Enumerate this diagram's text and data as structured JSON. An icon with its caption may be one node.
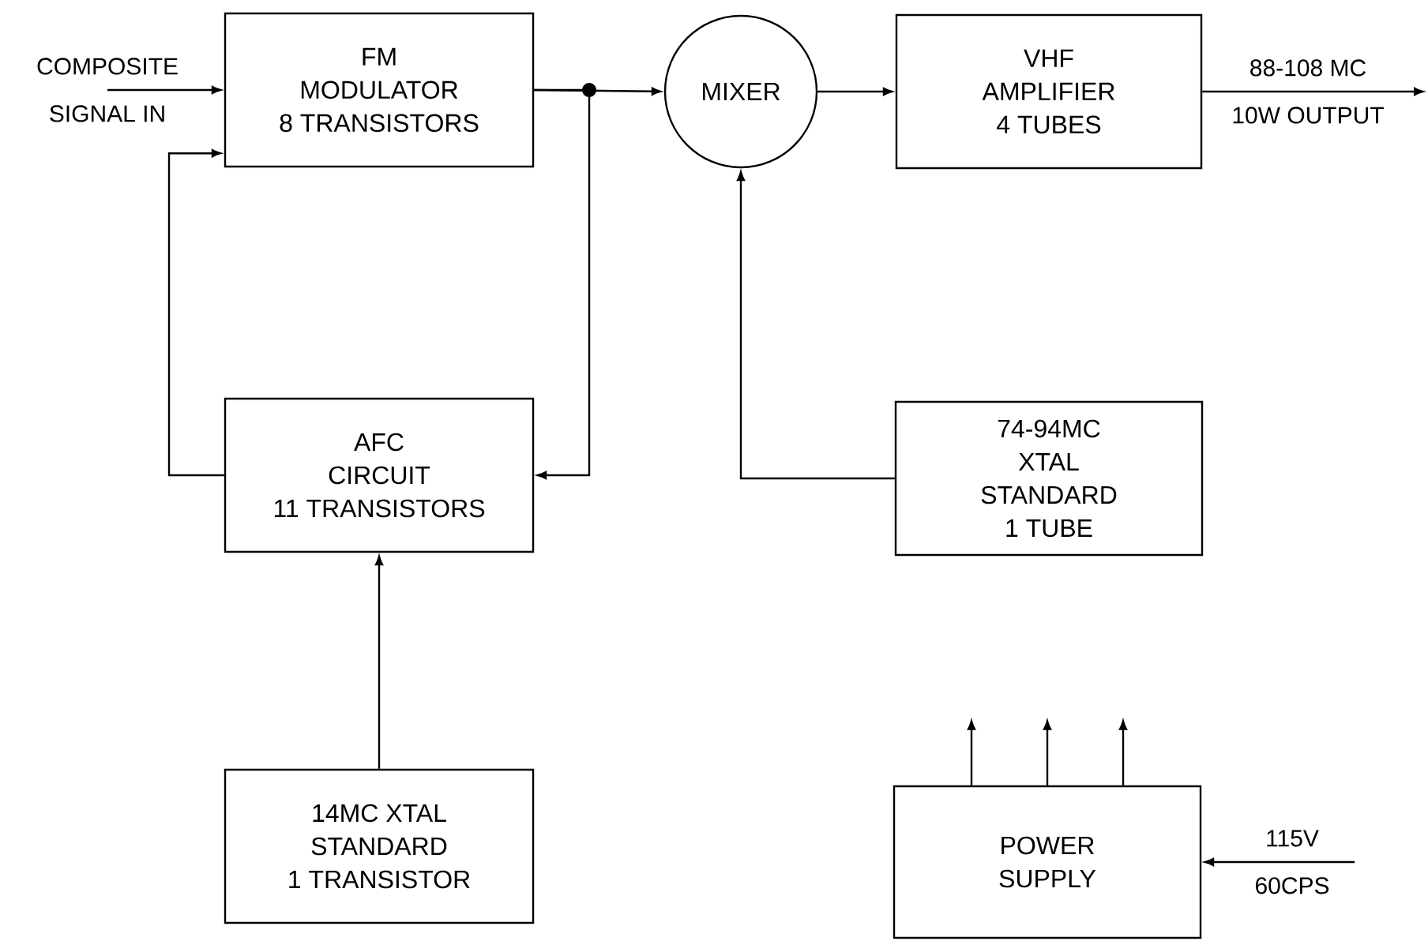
{
  "diagram": {
    "nodes": [
      {
        "text": [
          "FM MODULATOR",
          "8 TRANSISTORS"
        ]
      },
      {
        "text": [
          "MIXER"
        ]
      },
      {
        "text": [
          "VHF AMPLIFIER",
          "4 TUBES"
        ]
      },
      {
        "text": [
          "AFC CIRCUIT",
          "11 TRANSISTORS"
        ]
      },
      {
        "text": [
          "74-94MC XTAL STANDARD",
          "1 TUBE"
        ]
      },
      {
        "text": [
          "14MC XTAL STANDARD",
          "1 TRANSISTOR"
        ]
      },
      {
        "text": [
          "POWER SUPPLY"
        ]
      }
    ],
    "edges": [
      {
        "from": null,
        "to": 0,
        "arrow": "to",
        "label": "COMPOSITE SIGNAL IN"
      },
      {
        "from": 3,
        "to": 0,
        "arrow": "to"
      },
      {
        "from": 0,
        "to": 1,
        "arrow": "to"
      },
      {
        "from": 0,
        "to": 3,
        "arrow": "to"
      },
      {
        "from": 1,
        "to": 2,
        "arrow": "to"
      },
      {
        "from": 2,
        "to": null,
        "arrow": "to",
        "label": "88-108 MC 10W OUTPUT"
      },
      {
        "from": 4,
        "to": 1,
        "arrow": "to"
      },
      {
        "from": 5,
        "to": 3,
        "arrow": "to"
      },
      {
        "from": 6,
        "to": null,
        "arrow": "to"
      },
      {
        "from": 6,
        "to": null,
        "arrow": "to"
      },
      {
        "from": 6,
        "to": null,
        "arrow": "to"
      },
      {
        "from": null,
        "to": 6,
        "arrow": "to",
        "label": "115V 60CPS"
      }
    ]
  }
}
